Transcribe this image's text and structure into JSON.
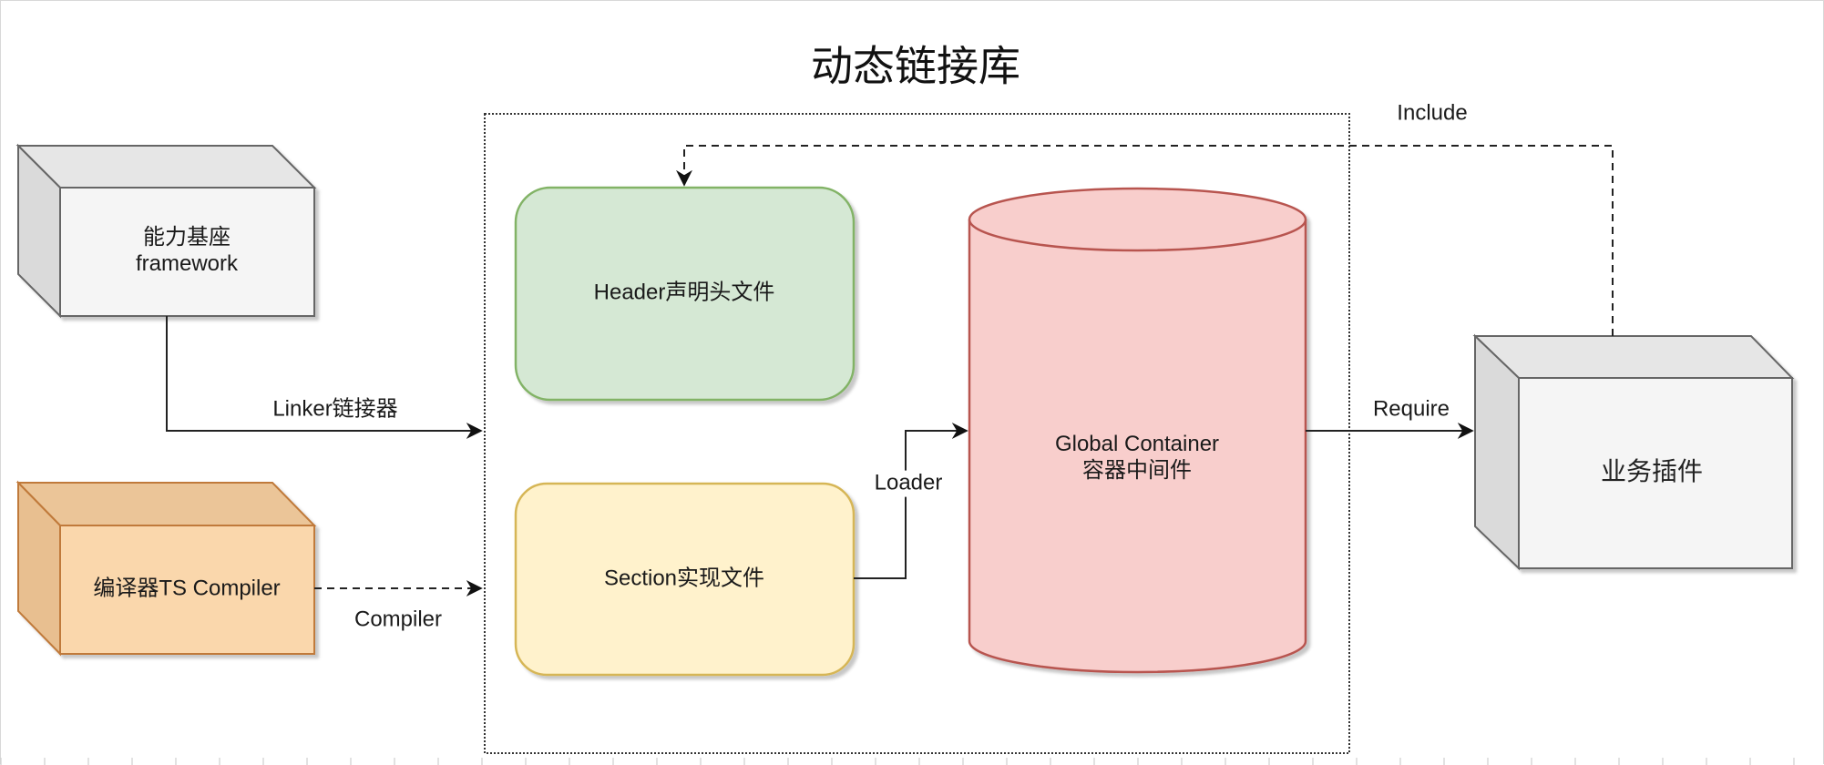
{
  "diagram": {
    "title": "动态链接库",
    "nodes": {
      "framework": {
        "line1": "能力基座",
        "line2": "framework",
        "shape": "3d-box",
        "fill": "#f5f5f5",
        "stroke": "#666666"
      },
      "compiler": {
        "label": "编译器TS Compiler",
        "shape": "3d-box",
        "fill": "#fad7ac",
        "stroke": "#b46504"
      },
      "header": {
        "label": "Header声明头文件",
        "shape": "rounded-rect",
        "fill": "#d5e8d4",
        "stroke": "#82b366"
      },
      "section": {
        "label": "Section实现文件",
        "shape": "rounded-rect",
        "fill": "#fff2cc",
        "stroke": "#d6b656"
      },
      "container": {
        "line1": "Global Container",
        "line2": "容器中间件",
        "shape": "cylinder",
        "fill": "#f8cecc",
        "stroke": "#b85450"
      },
      "plugin": {
        "label": "业务插件",
        "shape": "3d-box",
        "fill": "#f5f5f5",
        "stroke": "#666666"
      }
    },
    "edges": {
      "linker": {
        "label": "Linker链接器",
        "from": "framework",
        "to": "dynamic-library",
        "style": "solid"
      },
      "compile": {
        "label": "Compiler",
        "from": "compiler",
        "to": "dynamic-library",
        "style": "dashed"
      },
      "loader": {
        "label": "Loader",
        "from": "section",
        "to": "container",
        "style": "solid"
      },
      "require": {
        "label": "Require",
        "from": "container",
        "to": "plugin",
        "style": "solid"
      },
      "include": {
        "label": "Include",
        "from": "plugin",
        "to": "header",
        "style": "dashed"
      }
    },
    "group": {
      "name": "dynamic-library",
      "style": "dotted"
    }
  }
}
